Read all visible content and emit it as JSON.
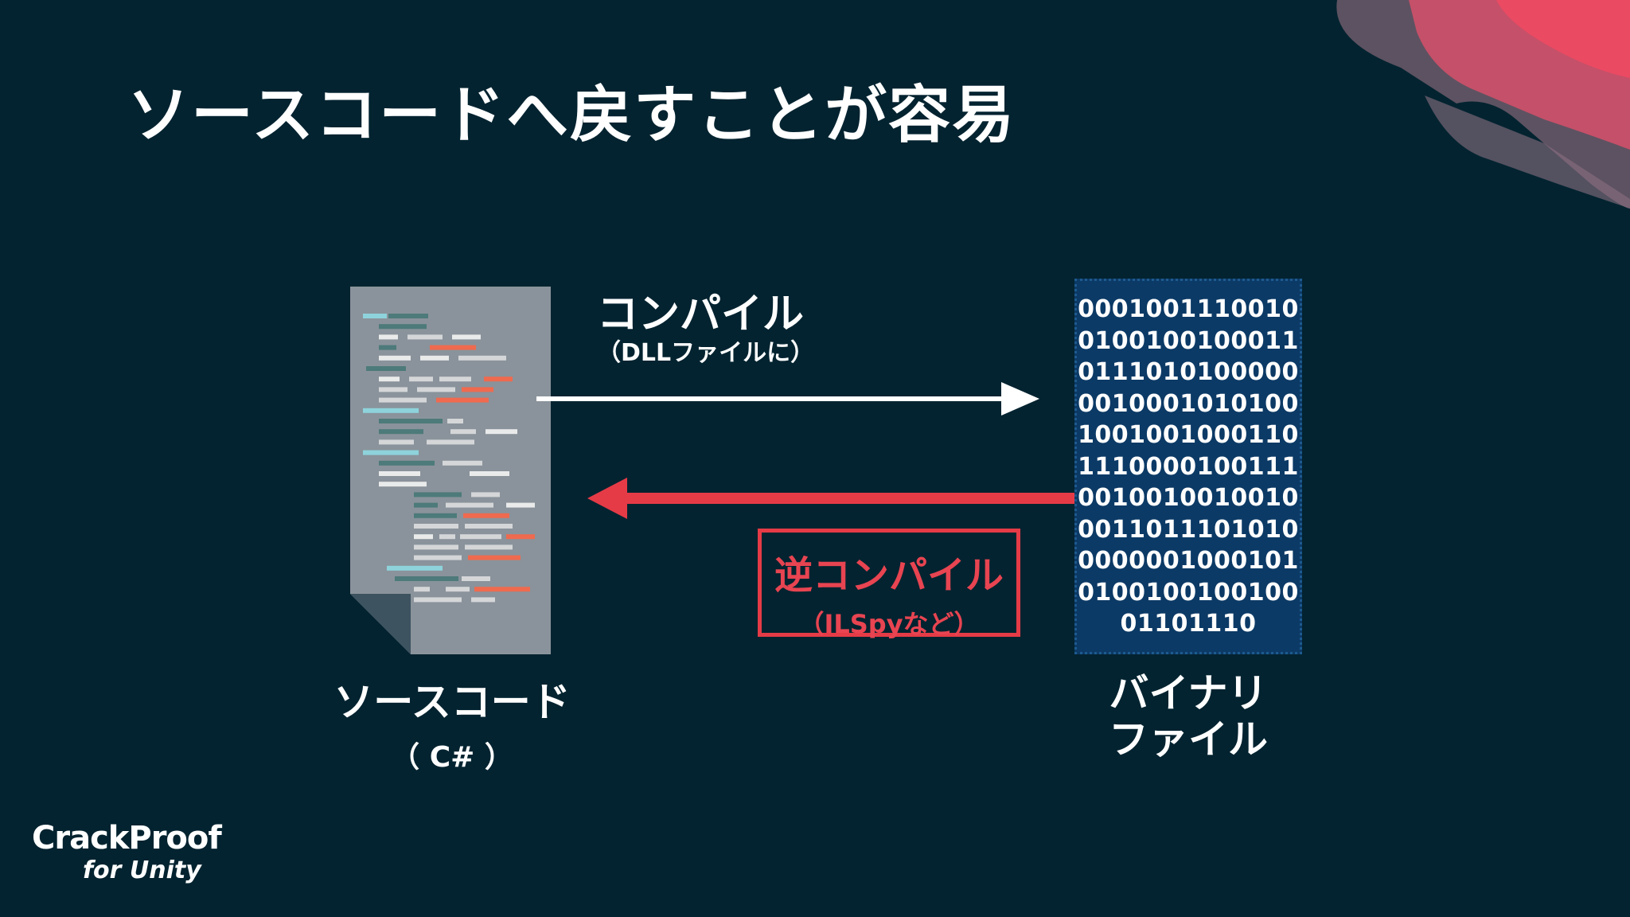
{
  "title": "ソースコードへ戻すことが容易",
  "compile": {
    "label": "コンパイル",
    "sublabel": "（DLLファイルに）"
  },
  "decompile": {
    "label": "逆コンパイル",
    "sublabel": "（ILSpyなど）"
  },
  "binary_lines": [
    "0001001110010",
    "0100100100011",
    "0111010100000",
    "0010001010100",
    "1001001000110",
    "1110000100111",
    "0010010010010",
    "0011011101010",
    "0000001000101",
    "0100100100100",
    "01101110"
  ],
  "source_caption": {
    "label": "ソースコード",
    "sublabel": "（ C# ）"
  },
  "binary_caption": {
    "line1": "バイナリ",
    "line2": "ファイル"
  },
  "logo": {
    "name": "CrackProof",
    "sub": "for Unity"
  },
  "colors": {
    "background": "#032330",
    "accent_red": "#e53b47",
    "binary_bg": "#0c3a66",
    "document": "#8a939b"
  }
}
